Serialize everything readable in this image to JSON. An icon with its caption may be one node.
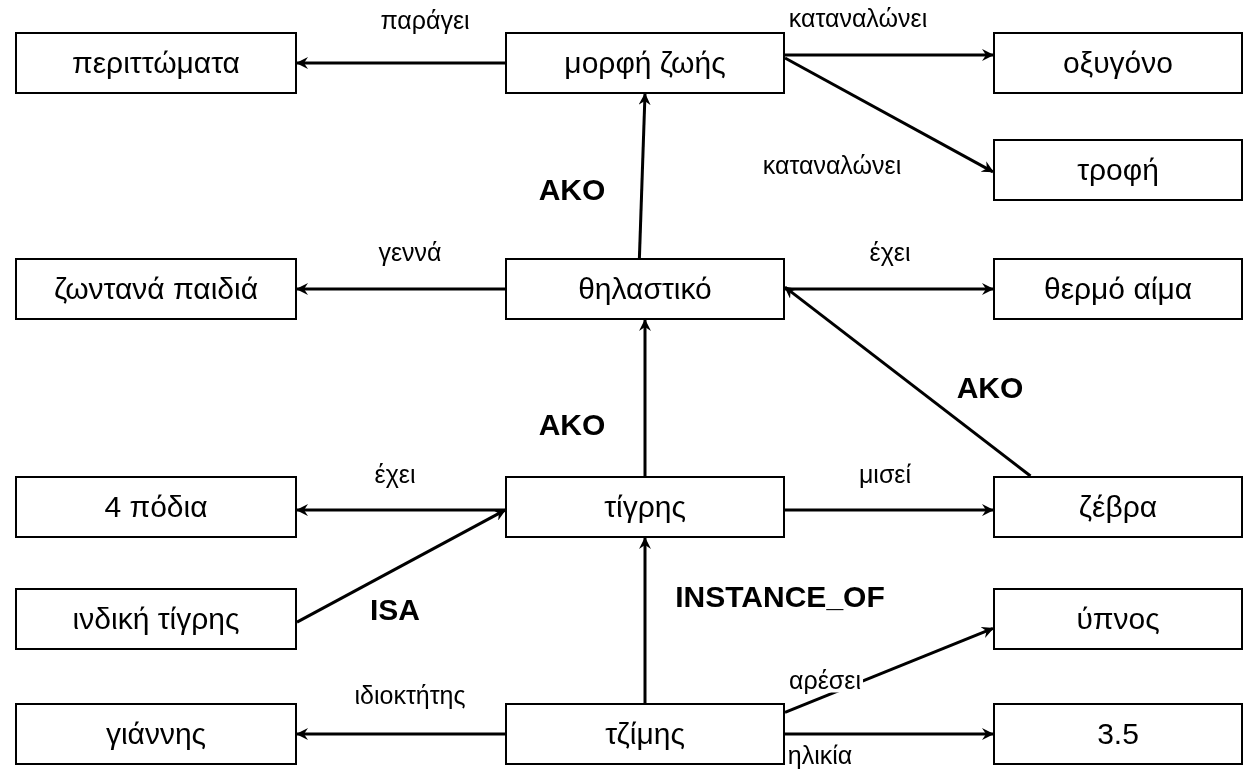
{
  "diagram": {
    "nodes": [
      {
        "text": [
          "περιττώματα"
        ]
      },
      {
        "text": [
          "μορφή ζωής"
        ]
      },
      {
        "text": [
          "οξυγόνο"
        ]
      },
      {
        "text": [
          "τροφή"
        ]
      },
      {
        "text": [
          "ζωντανά παιδιά"
        ]
      },
      {
        "text": [
          "θηλαστικό"
        ]
      },
      {
        "text": [
          "θερμό αίμα"
        ]
      },
      {
        "text": [
          "4 πόδια"
        ]
      },
      {
        "text": [
          "τίγρης"
        ]
      },
      {
        "text": [
          "ζέβρα"
        ]
      },
      {
        "text": [
          "ινδική τίγρης"
        ]
      },
      {
        "text": [
          "ύπνος"
        ]
      },
      {
        "text": [
          "γιάννης"
        ]
      },
      {
        "text": [
          "τζίμης"
        ]
      },
      {
        "text": [
          "3.5"
        ]
      }
    ],
    "edges": [
      {
        "from": 1,
        "to": 0,
        "arrow": "to",
        "label": "παράγει"
      },
      {
        "from": 1,
        "to": 2,
        "arrow": "to",
        "label": "καταναλώνει"
      },
      {
        "from": 1,
        "to": 3,
        "arrow": "to",
        "label": "καταναλώνει"
      },
      {
        "from": 5,
        "to": 1,
        "arrow": "to",
        "label": "AKO"
      },
      {
        "from": 5,
        "to": 4,
        "arrow": "to",
        "label": "γεννά"
      },
      {
        "from": 5,
        "to": 6,
        "arrow": "to",
        "label": "έχει"
      },
      {
        "from": 9,
        "to": 5,
        "arrow": "to",
        "label": "AKO"
      },
      {
        "from": 8,
        "to": 5,
        "arrow": "to",
        "label": "AKO"
      },
      {
        "from": 8,
        "to": 7,
        "arrow": "to",
        "label": "έχει"
      },
      {
        "from": 8,
        "to": 9,
        "arrow": "to",
        "label": "μισεί"
      },
      {
        "from": 10,
        "to": 8,
        "arrow": "to",
        "label": "ISA"
      },
      {
        "from": 13,
        "to": 8,
        "arrow": "to",
        "label": "INSTANCE_OF"
      },
      {
        "from": 13,
        "to": 12,
        "arrow": "to",
        "label": "ιδιοκτήτης"
      },
      {
        "from": 13,
        "to": 11,
        "arrow": "to",
        "label": "αρέσει"
      },
      {
        "from": 13,
        "to": 14,
        "arrow": "to",
        "label": "ηλικία"
      }
    ]
  }
}
